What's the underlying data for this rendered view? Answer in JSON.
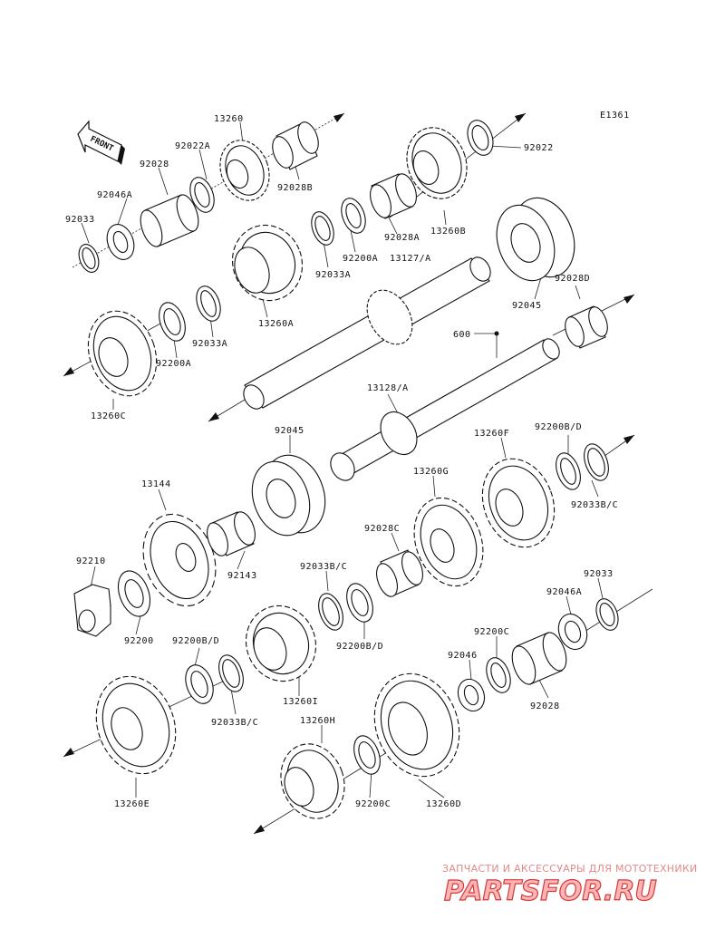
{
  "diagram": {
    "code": "E1361",
    "front_label": "FRONT",
    "labels": [
      {
        "id": "13260",
        "text": "13260"
      },
      {
        "id": "92022A",
        "text": "92022A"
      },
      {
        "id": "92028",
        "text": "92028"
      },
      {
        "id": "92046A_top",
        "text": "92046A"
      },
      {
        "id": "92033_top",
        "text": "92033"
      },
      {
        "id": "92028B",
        "text": "92028B"
      },
      {
        "id": "92022",
        "text": "92022"
      },
      {
        "id": "92028A",
        "text": "92028A"
      },
      {
        "id": "13260B",
        "text": "13260B"
      },
      {
        "id": "92200A_mid",
        "text": "92200A"
      },
      {
        "id": "13127A",
        "text": "13127/A"
      },
      {
        "id": "92033A_mid",
        "text": "92033A"
      },
      {
        "id": "92045_top",
        "text": "92045"
      },
      {
        "id": "92028D",
        "text": "92028D"
      },
      {
        "id": "13260A",
        "text": "13260A"
      },
      {
        "id": "92033A_left",
        "text": "92033A"
      },
      {
        "id": "92200A_left",
        "text": "92200A"
      },
      {
        "id": "13260C",
        "text": "13260C"
      },
      {
        "id": "600",
        "text": "600"
      },
      {
        "id": "13128A",
        "text": "13128/A"
      },
      {
        "id": "92045_mid",
        "text": "92045"
      },
      {
        "id": "13260F",
        "text": "13260F"
      },
      {
        "id": "92200BD_right",
        "text": "92200B/D"
      },
      {
        "id": "13144",
        "text": "13144"
      },
      {
        "id": "13260G",
        "text": "13260G"
      },
      {
        "id": "92033BC_right",
        "text": "92033B/C"
      },
      {
        "id": "92028C",
        "text": "92028C"
      },
      {
        "id": "92143",
        "text": "92143"
      },
      {
        "id": "92210",
        "text": "92210"
      },
      {
        "id": "92033BC_mid",
        "text": "92033B/C"
      },
      {
        "id": "92033_right",
        "text": "92033"
      },
      {
        "id": "92046A_right",
        "text": "92046A"
      },
      {
        "id": "92200",
        "text": "92200"
      },
      {
        "id": "92200BD_left",
        "text": "92200B/D"
      },
      {
        "id": "92200BD_mid",
        "text": "92200B/D"
      },
      {
        "id": "92200C_right",
        "text": "92200C"
      },
      {
        "id": "92046",
        "text": "92046"
      },
      {
        "id": "13260I",
        "text": "13260I"
      },
      {
        "id": "92028_bottom",
        "text": "92028"
      },
      {
        "id": "92033BC_left",
        "text": "92033B/C"
      },
      {
        "id": "13260H",
        "text": "13260H"
      },
      {
        "id": "13260E",
        "text": "13260E"
      },
      {
        "id": "92200C_bottom",
        "text": "92200C"
      },
      {
        "id": "13260D",
        "text": "13260D"
      }
    ]
  },
  "watermark": {
    "tagline": "ЗАПЧАСТИ И АКСЕССУАРЫ ДЛЯ МОТОТЕХНИКИ",
    "brand": "PARTSFOR.RU"
  }
}
